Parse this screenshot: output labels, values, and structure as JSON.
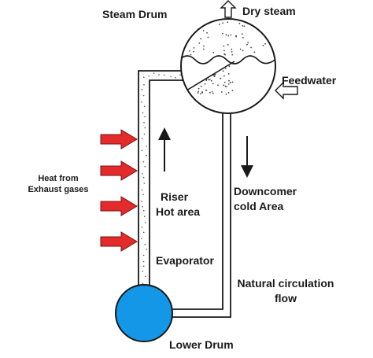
{
  "labels": {
    "steam_drum": "Steam Drum",
    "dry_steam": "Dry steam",
    "feedwater": "Feedwater",
    "heat_from": "Heat from",
    "exhaust_gases": "Exhaust gases",
    "riser": "Riser",
    "hot_area": "Hot area",
    "downcomer": "Downcomer",
    "cold_area": "cold Area",
    "evaporator": "Evaporator",
    "natural_circulation": "Natural circulation",
    "flow": "flow",
    "lower_drum": "Lower Drum"
  },
  "colors": {
    "heat_arrow": "#e32b2b",
    "lower_drum_fill": "#1397e6",
    "line": "#1a1a1a"
  },
  "icons": {
    "heat_arrow": "right-arrow-icon",
    "dry_steam_outlet": "up-arrow-outline-icon",
    "feedwater_inlet": "left-arrow-outline-icon",
    "riser_flow": "up-arrow-icon",
    "downcomer_flow": "down-arrow-icon"
  }
}
